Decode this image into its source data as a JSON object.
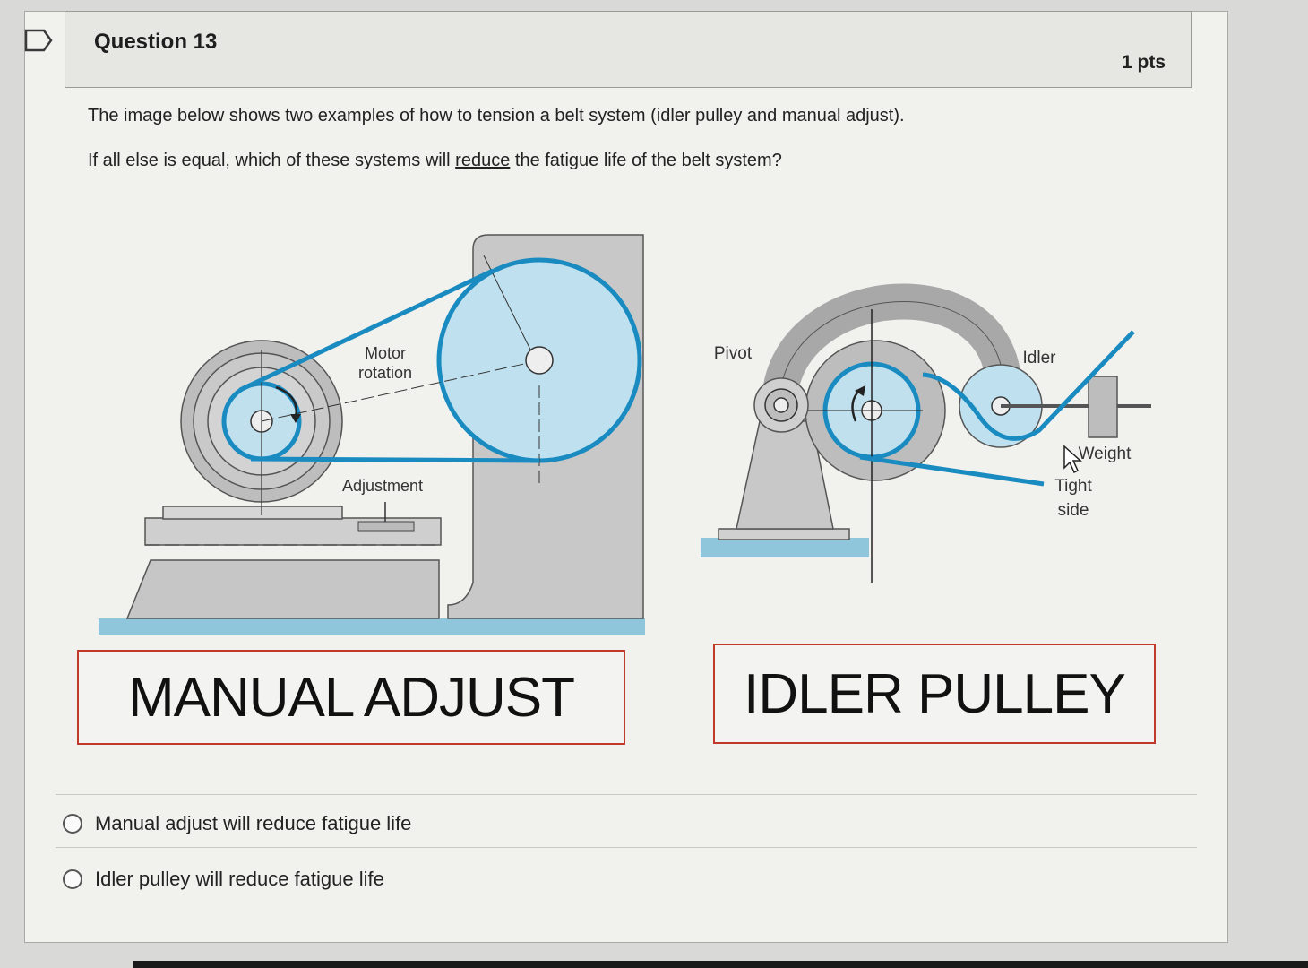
{
  "question": {
    "title": "Question 13",
    "points": "1 pts",
    "line1": "The image below shows two examples of how to tension a belt system (idler pulley and manual adjust).",
    "line2_before": "If all else is equal, which of these systems will ",
    "line2_underlined": "reduce",
    "line2_after": " the fatigue life of the belt system?"
  },
  "figure": {
    "left": {
      "caption": "MANUAL ADJUST",
      "motor_label_1": "Motor",
      "motor_label_2": "rotation",
      "adjustment_label": "Adjustment"
    },
    "right": {
      "caption": "IDLER PULLEY",
      "pivot_label": "Pivot",
      "idler_label": "Idler",
      "weight_label": "Weight",
      "tight_label_1": "Tight",
      "tight_label_2": "side"
    },
    "colors": {
      "belt": "#1a8bc0",
      "pulley_fill": "#bfe0ee",
      "machine": "#c9c9c9",
      "caption_border": "#c0392b"
    }
  },
  "answers": [
    {
      "label": "Manual adjust will reduce fatigue life",
      "selected": false
    },
    {
      "label": "Idler pulley will reduce fatigue life",
      "selected": false
    }
  ]
}
